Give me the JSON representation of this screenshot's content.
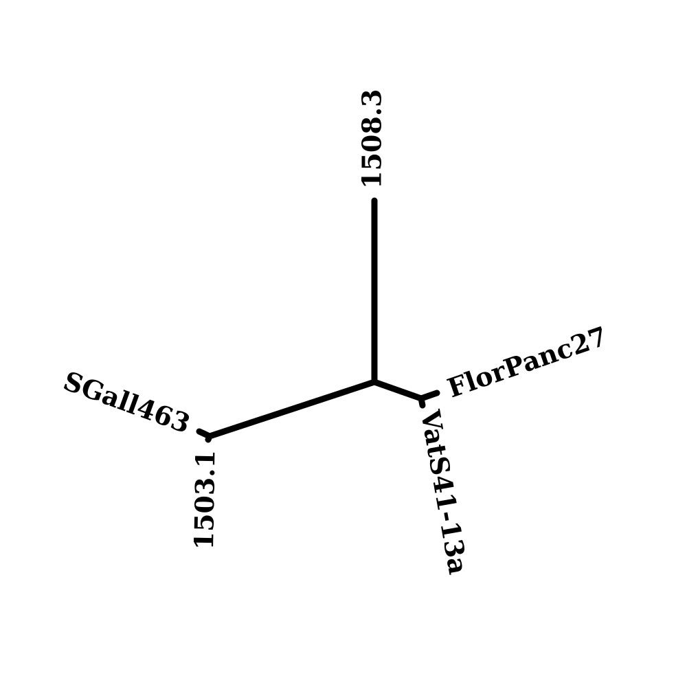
{
  "diagram": {
    "type": "unrooted-phylogenetic-tree",
    "line_color": "#000000",
    "background": "#ffffff",
    "taxa": [
      {
        "id": "t1",
        "label": "1508.3"
      },
      {
        "id": "t2",
        "label": "FlorPanc27"
      },
      {
        "id": "t3",
        "label": "VatS41-13a"
      },
      {
        "id": "t4",
        "label": "SGall463"
      },
      {
        "id": "t5",
        "label": "1503.1"
      }
    ]
  }
}
